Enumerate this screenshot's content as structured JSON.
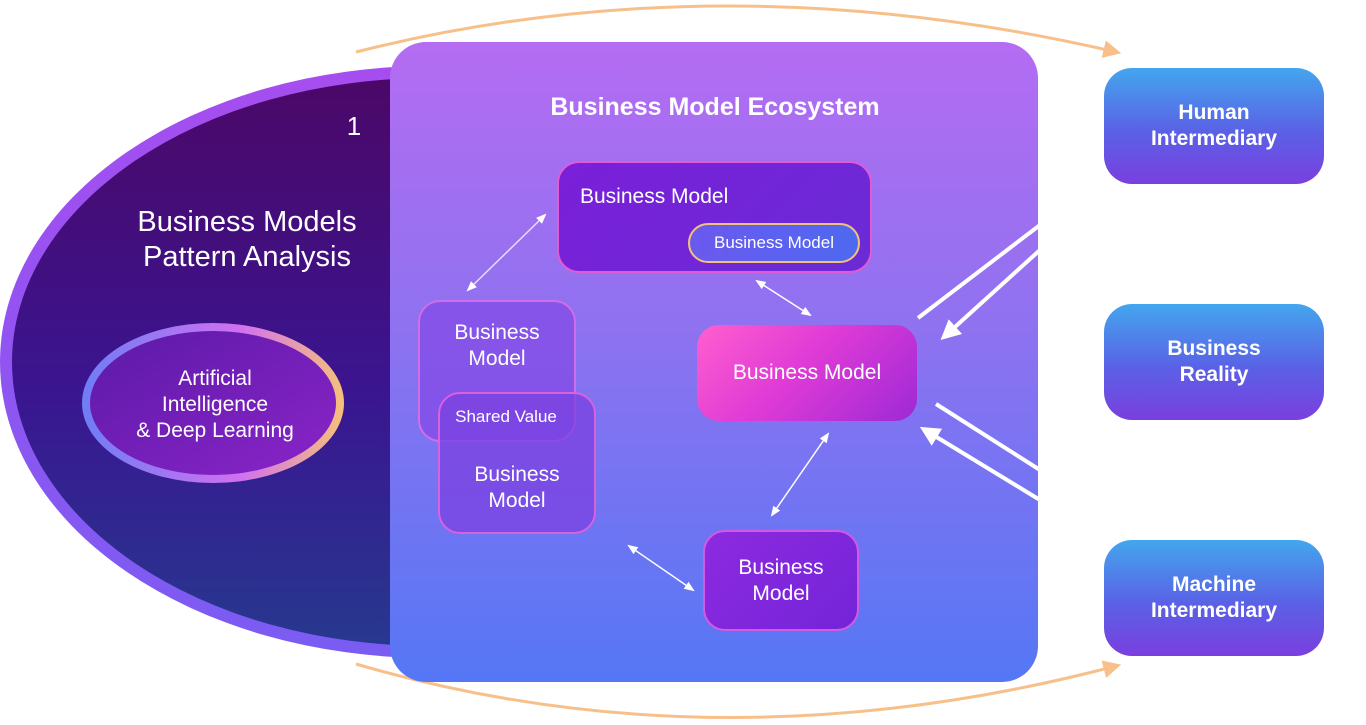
{
  "left_section": {
    "step_number": "1",
    "title_line1": "Business Models",
    "title_line2": "Pattern Analysis",
    "ai_line1": "Artificial",
    "ai_line2": "Intelligence",
    "ai_line3": "& Deep Learning"
  },
  "ecosystem": {
    "title": "Business Model Ecosystem",
    "top_model": "Business Model",
    "top_inner_model": "Business Model",
    "left_model_line1": "Business",
    "left_model_line2": "Model",
    "shared_value": "Shared Value",
    "left_model2_line1": "Business",
    "left_model2_line2": "Model",
    "center_model": "Business Model",
    "bottom_model_line1": "Business",
    "bottom_model_line2": "Model"
  },
  "side_boxes": {
    "human_line1": "Human",
    "human_line2": "Intermediary",
    "reality_line1": "Business",
    "reality_line2": "Reality",
    "machine_line1": "Machine",
    "machine_line2": "Intermediary"
  },
  "colors": {
    "outer_ellipse_dark": "#4a0a6e",
    "panel_top": "#b46cf2",
    "panel_bottom": "#5577f5",
    "accent_pink": "#ff5fcf",
    "arc_orange": "#f7c08a",
    "side_box_top": "#43a6ee",
    "side_box_bottom": "#7a3fdf"
  }
}
